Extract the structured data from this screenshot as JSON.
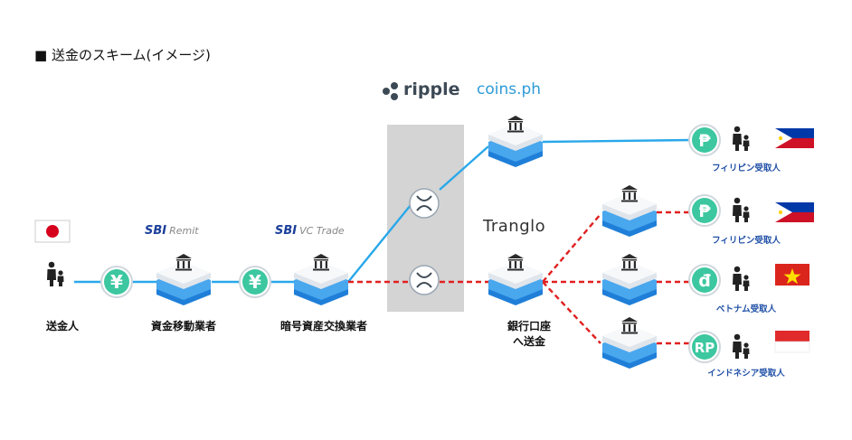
{
  "title": "■ 送金のスキーム(イメージ)",
  "logos": {
    "sbi_remit": {
      "mark": "SBI",
      "text": "Remit"
    },
    "sbi_vc": {
      "mark": "SBI",
      "text": "VC Trade"
    },
    "ripple": "ripple",
    "coins": "coins.ph",
    "tranglo": "Tranglo"
  },
  "nodes": {
    "sender": "送金人",
    "fund_transfer": "資金移動業者",
    "crypto_exchange": "暗号資産交換業者",
    "bank_transfer_line1": "銀行口座",
    "bank_transfer_line2": "へ送金"
  },
  "currency": {
    "yen": "¥",
    "peso": "₱",
    "dong": "đ",
    "rupiah": "RP"
  },
  "receivers": [
    {
      "label": "フィリピン受取人",
      "flag": "philippines"
    },
    {
      "label": "フィリピン受取人",
      "flag": "philippines"
    },
    {
      "label": "ベトナム受取人",
      "flag": "vietnam"
    },
    {
      "label": "インドネシア受取人",
      "flag": "indonesia"
    }
  ],
  "sender_flag": "japan",
  "colors": {
    "blue_line": "#29a8ea",
    "red_dash": "#e02020",
    "green": "#3cc7a0",
    "bank_top": "#eef1f4",
    "bank_blue": "#2f8fe0",
    "band_gray": "#d4d4d4",
    "receiver_label": "#1f4fa6"
  },
  "icons": [
    "bank-icon",
    "person-icon",
    "xrp-icon",
    "yen-icon",
    "peso-icon",
    "dong-icon",
    "rupiah-icon",
    "flag-icon"
  ]
}
